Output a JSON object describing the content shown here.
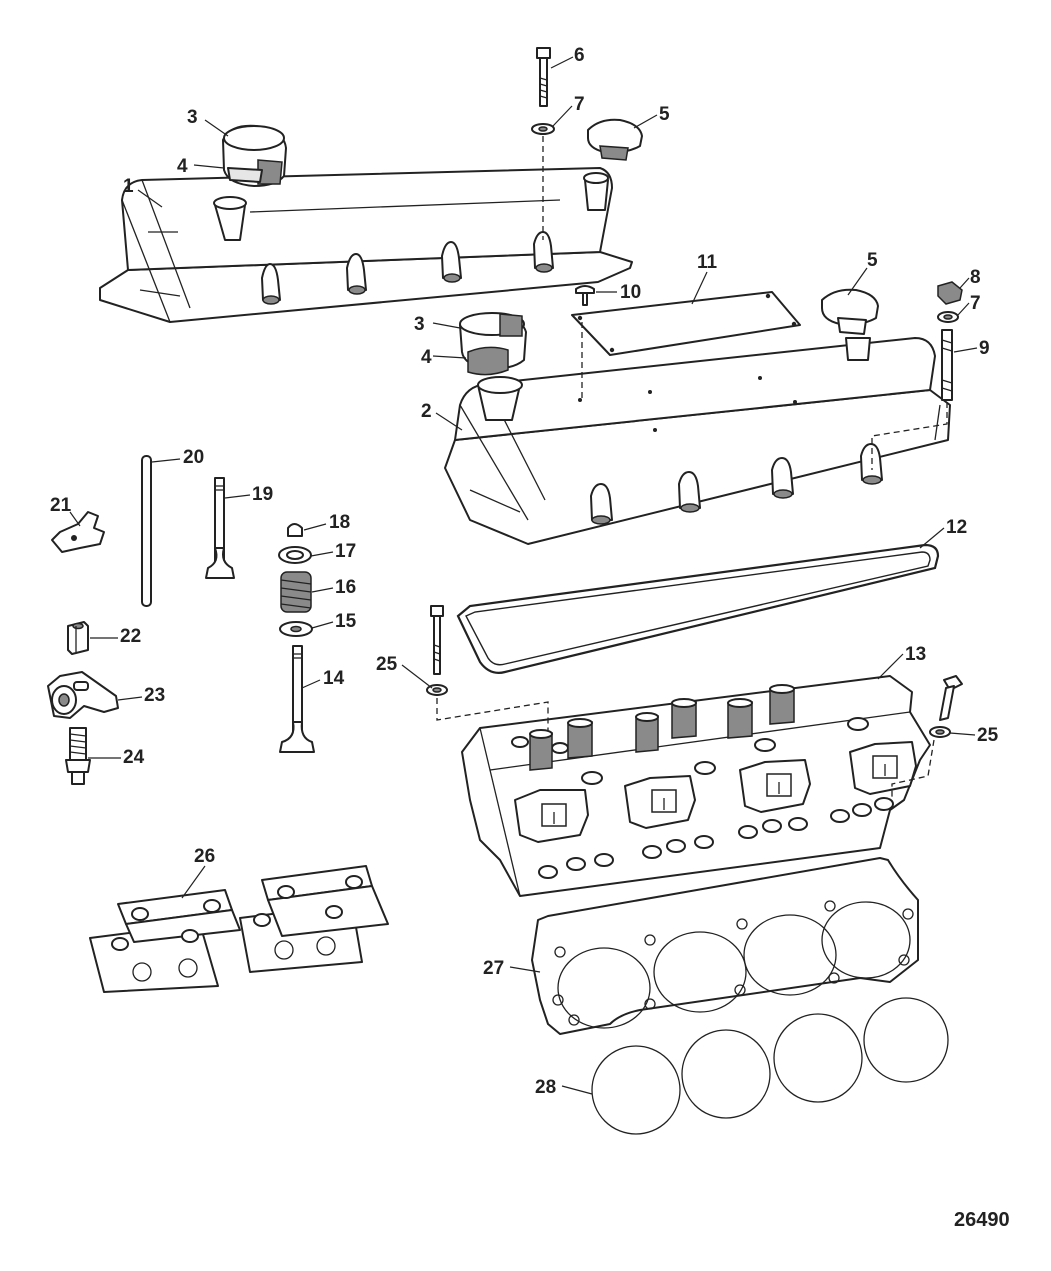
{
  "diagram": {
    "figure_number": "26490",
    "callouts": [
      {
        "id": "c-1",
        "label": "1"
      },
      {
        "id": "c-2",
        "label": "2"
      },
      {
        "id": "c-3a",
        "label": "3"
      },
      {
        "id": "c-3b",
        "label": "3"
      },
      {
        "id": "c-4a",
        "label": "4"
      },
      {
        "id": "c-4b",
        "label": "4"
      },
      {
        "id": "c-5a",
        "label": "5"
      },
      {
        "id": "c-5b",
        "label": "5"
      },
      {
        "id": "c-6",
        "label": "6"
      },
      {
        "id": "c-7a",
        "label": "7"
      },
      {
        "id": "c-7b",
        "label": "7"
      },
      {
        "id": "c-8",
        "label": "8"
      },
      {
        "id": "c-9",
        "label": "9"
      },
      {
        "id": "c-10",
        "label": "10"
      },
      {
        "id": "c-11",
        "label": "11"
      },
      {
        "id": "c-12",
        "label": "12"
      },
      {
        "id": "c-13",
        "label": "13"
      },
      {
        "id": "c-14",
        "label": "14"
      },
      {
        "id": "c-15",
        "label": "15"
      },
      {
        "id": "c-16",
        "label": "16"
      },
      {
        "id": "c-17",
        "label": "17"
      },
      {
        "id": "c-18",
        "label": "18"
      },
      {
        "id": "c-19",
        "label": "19"
      },
      {
        "id": "c-20",
        "label": "20"
      },
      {
        "id": "c-21",
        "label": "21"
      },
      {
        "id": "c-22",
        "label": "22"
      },
      {
        "id": "c-23",
        "label": "23"
      },
      {
        "id": "c-24",
        "label": "24"
      },
      {
        "id": "c-25a",
        "label": "25"
      },
      {
        "id": "c-25b",
        "label": "25"
      },
      {
        "id": "c-26",
        "label": "26"
      },
      {
        "id": "c-27",
        "label": "27"
      },
      {
        "id": "c-28",
        "label": "28"
      }
    ]
  }
}
